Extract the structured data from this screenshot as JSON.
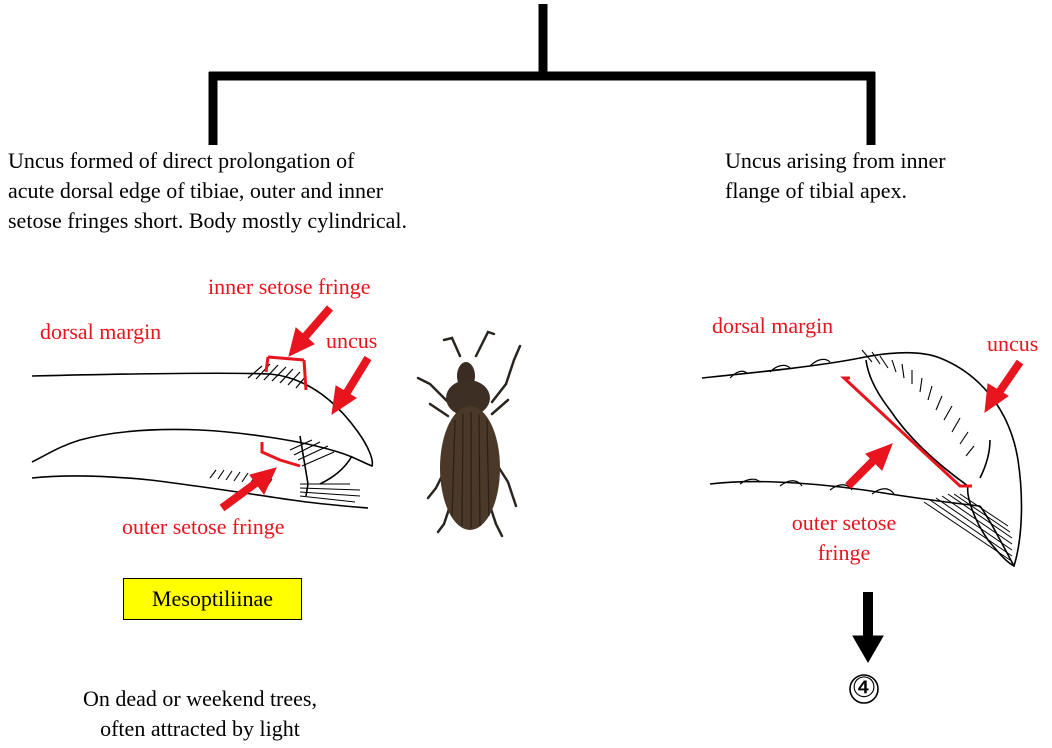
{
  "left_branch": {
    "description": "Uncus formed of direct prolongation of\nacute dorsal edge of tibiae, outer and inner\nsetose fringes short. Body mostly cylindrical.",
    "labels": {
      "inner_setose_fringe": "inner setose fringe",
      "dorsal_margin": "dorsal margin",
      "uncus": "uncus",
      "outer_setose_fringe": "outer setose fringe"
    },
    "group_name": "Mesoptiliinae",
    "habitat": "On dead or weekend trees,\noften attracted by light"
  },
  "right_branch": {
    "description": "Uncus arising from inner\nflange of tibial apex.",
    "labels": {
      "dorsal_margin": "dorsal margin",
      "uncus": "uncus",
      "outer_setose_fringe": "outer setose\nfringe"
    },
    "next_step": "④"
  },
  "colors": {
    "label": "#e8141e",
    "badge": "#ffff00",
    "lines": "#000000"
  }
}
